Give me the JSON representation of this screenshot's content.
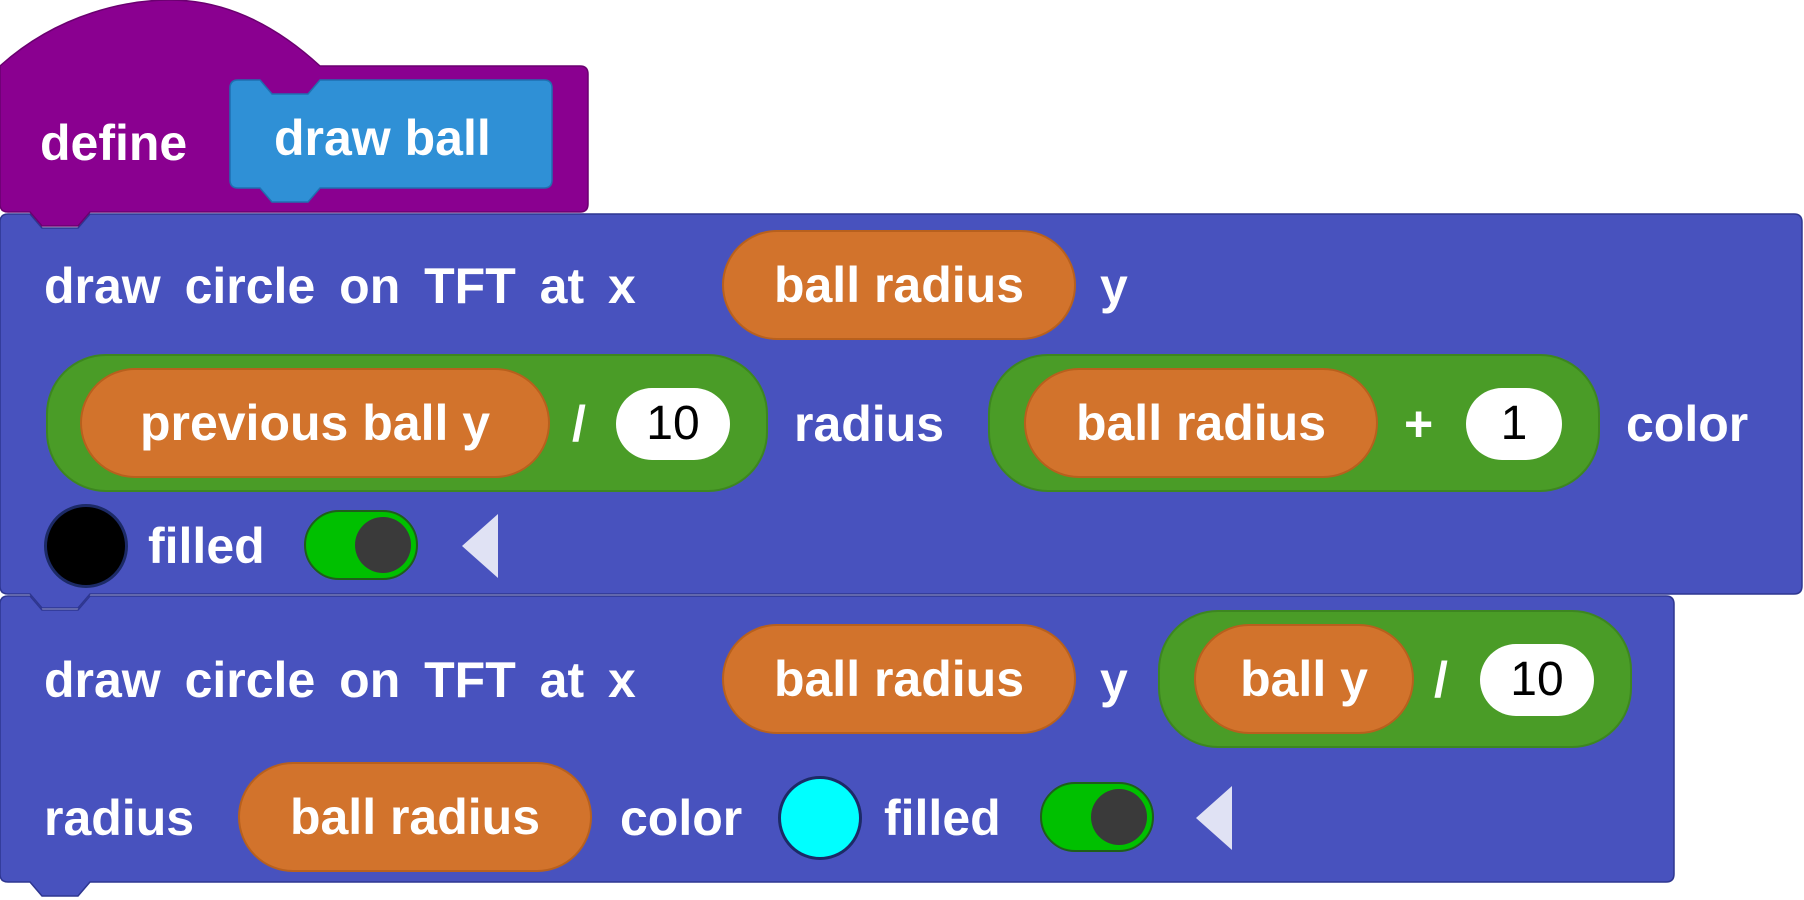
{
  "define_block": {
    "keyword": "define",
    "name": "draw ball",
    "color": "#8a0090",
    "name_color": "#2f90d6"
  },
  "block1": {
    "color": "#4852be",
    "command": "draw circle on TFT at x",
    "x_var": "ball radius",
    "y_label": "y",
    "y_var": "previous ball y",
    "y_op": "/",
    "y_num": "10",
    "radius_label": "radius",
    "radius_var": "ball radius",
    "radius_op": "+",
    "radius_num": "1",
    "color_label": "color",
    "color_value": "#000000",
    "filled_label": "filled",
    "filled_on": true
  },
  "block2": {
    "color": "#4852be",
    "command": "draw circle on TFT at x",
    "x_var": "ball radius",
    "y_label": "y",
    "y_var": "ball y",
    "y_op": "/",
    "y_num": "10",
    "radius_label": "radius",
    "radius_var": "ball radius",
    "color_label": "color",
    "color_value": "#00ffff",
    "filled_label": "filled",
    "filled_on": true
  },
  "icons": {
    "collapse": "collapse-triangle-icon",
    "toggle": "toggle-switch-icon"
  }
}
